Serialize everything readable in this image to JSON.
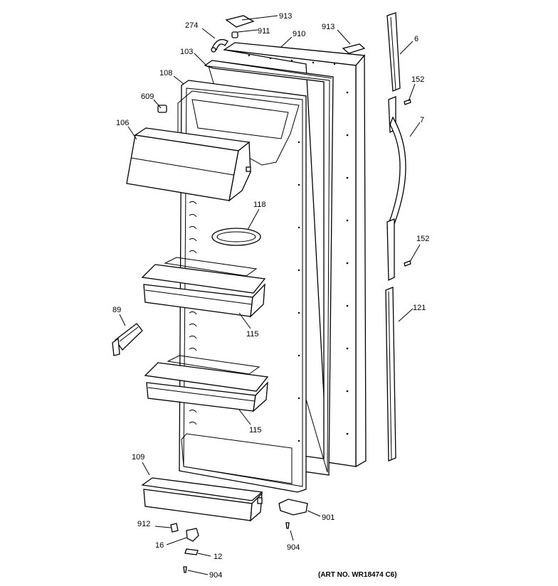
{
  "labels": {
    "l913a": "913",
    "l274": "274",
    "l911": "911",
    "l910": "910",
    "l913b": "913",
    "l6": "6",
    "l103": "103",
    "l108": "108",
    "l152a": "152",
    "l609": "609",
    "l7": "7",
    "l106": "106",
    "l118": "118",
    "l152b": "152",
    "l121": "121",
    "l89": "89",
    "l115a": "115",
    "l115b": "115",
    "l109": "109",
    "l901": "901",
    "l912": "912",
    "l16": "16",
    "l12": "12",
    "l904a": "904",
    "l904b": "904"
  },
  "art_number": "(ART NO. WR18474 C6)"
}
